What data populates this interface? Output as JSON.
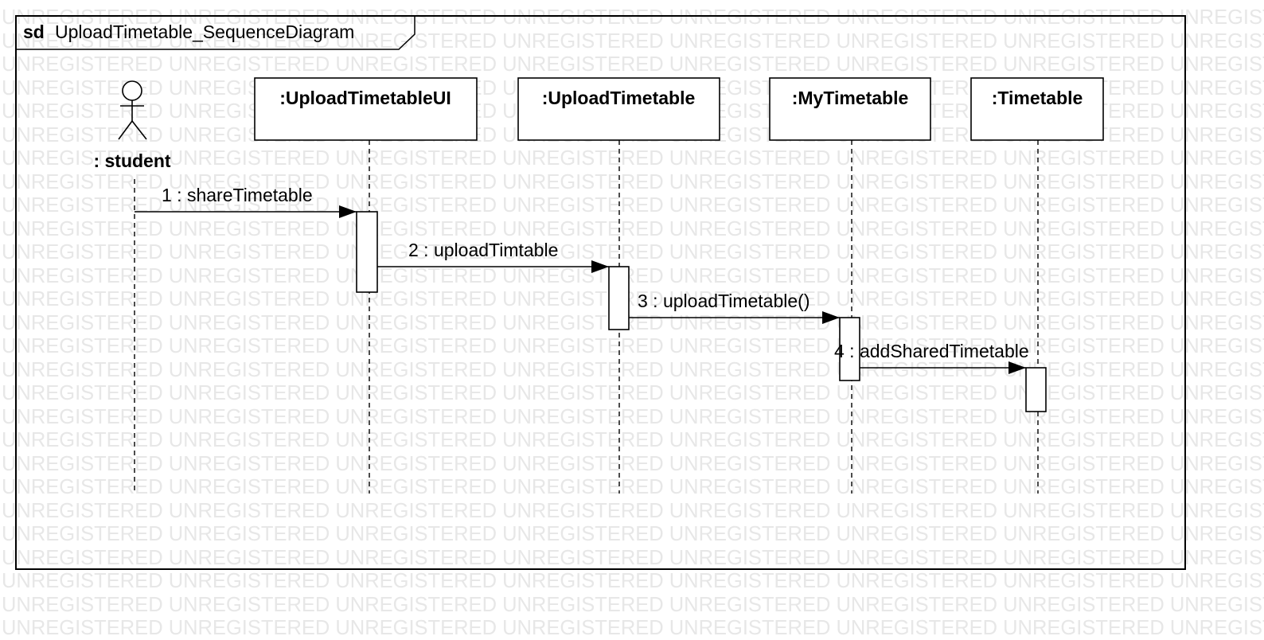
{
  "frame": {
    "keyword": "sd",
    "name": "UploadTimetable_SequenceDiagram"
  },
  "actor": {
    "name": ": student"
  },
  "lifelines": [
    {
      "name": ":UploadTimetableUI"
    },
    {
      "name": ":UploadTimetable"
    },
    {
      "name": ":MyTimetable"
    },
    {
      "name": ":Timetable"
    }
  ],
  "messages": [
    {
      "label": "1 : shareTimetable"
    },
    {
      "label": "2 : uploadTimtable"
    },
    {
      "label": "3 : uploadTimetable()"
    },
    {
      "label": "4 : addSharedTimetable"
    }
  ],
  "watermark": {
    "text": "UNREGISTERED"
  }
}
